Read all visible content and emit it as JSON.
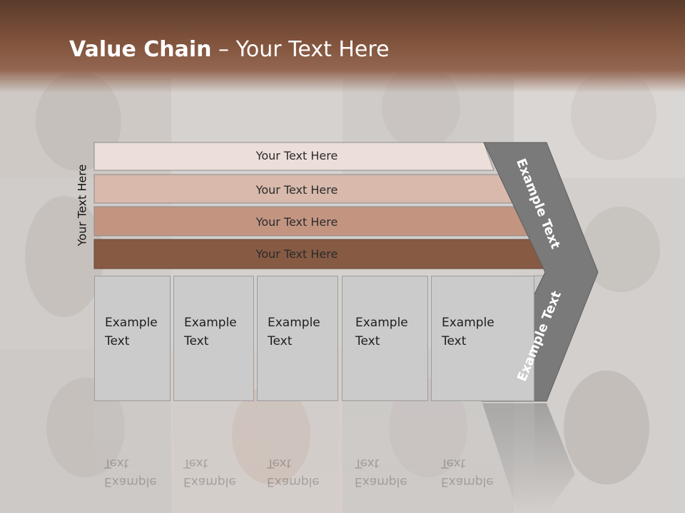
{
  "slide": {
    "title_bold": "Value Chain",
    "title_rest": " – Your Text Here",
    "vertical_label": "Your Text Here"
  },
  "bars": [
    {
      "label": "Your Text Here",
      "color": "#ecdfd9"
    },
    {
      "label": "Your Text Here",
      "color": "#d8b9ab"
    },
    {
      "label": "Your Text Here",
      "color": "#c39581"
    },
    {
      "label": "Your Text Here",
      "color": "#865a43"
    }
  ],
  "boxes": [
    {
      "line1": "Example",
      "line2": "Text"
    },
    {
      "line1": "Example",
      "line2": "Text"
    },
    {
      "line1": "Example",
      "line2": "Text"
    },
    {
      "line1": "Example",
      "line2": "Text"
    },
    {
      "line1": "Example",
      "line2": "Text"
    }
  ],
  "chevron": {
    "top_label": "Example Text",
    "bottom_label": "Example Text",
    "color": "#7a7a7a"
  },
  "colors": {
    "header": "#80533c",
    "box_fill": "#cbcbcb"
  }
}
